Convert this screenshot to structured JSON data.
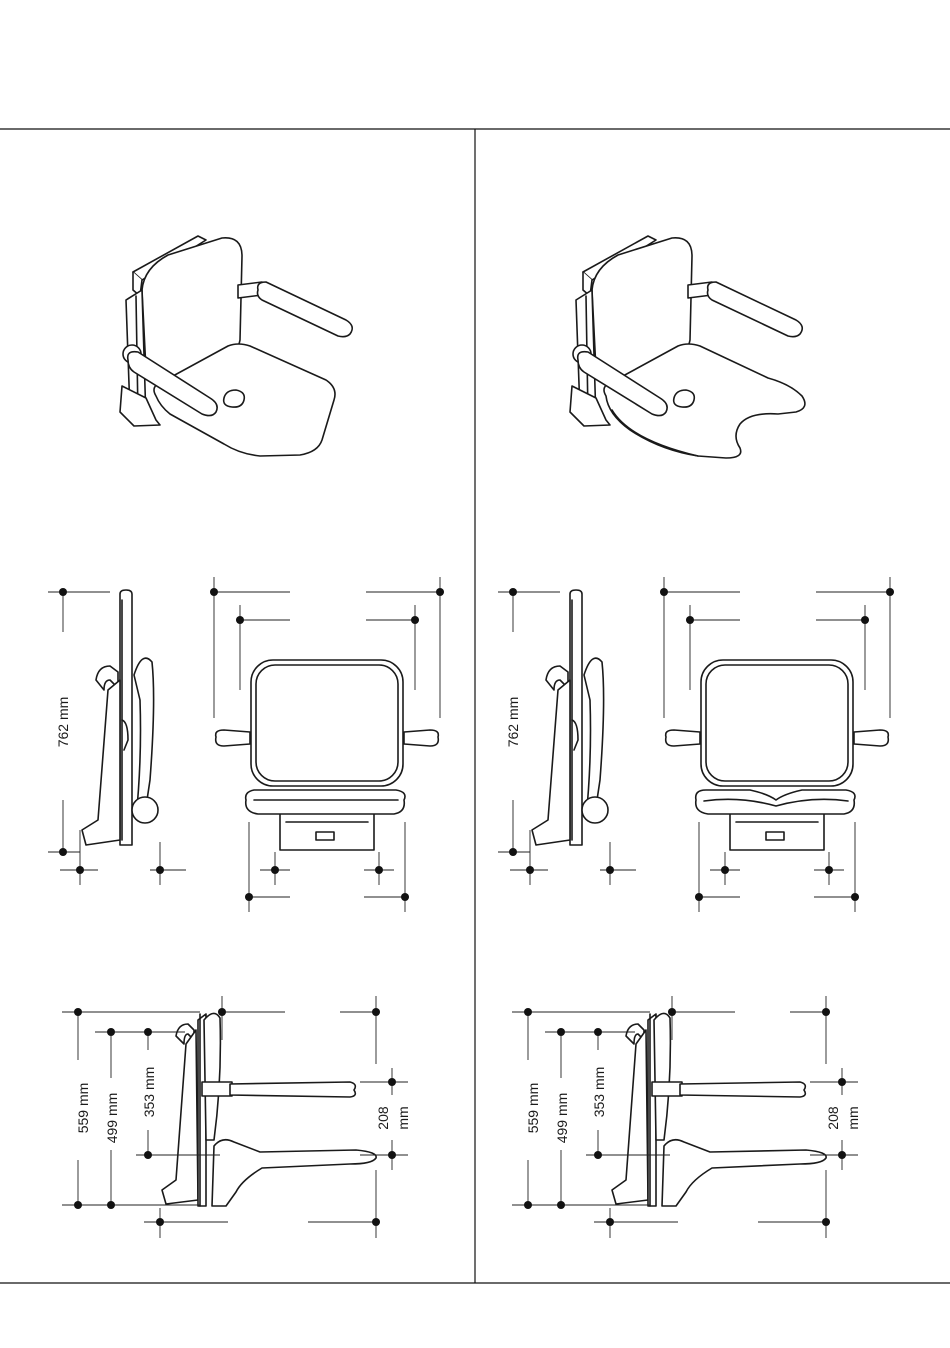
{
  "panels": [
    {
      "id": "left",
      "variant": "standard-seat",
      "dimensions": {
        "height": "762 mm",
        "total_depth": "559 mm",
        "armrest_depth": "499 mm",
        "seat_to_arm": "353 mm",
        "arm_height_line1": "208",
        "arm_height_line2": "mm"
      }
    },
    {
      "id": "right",
      "variant": "cutout-seat",
      "dimensions": {
        "height": "762 mm",
        "total_depth": "559 mm",
        "armrest_depth": "499 mm",
        "seat_to_arm": "353 mm",
        "arm_height_line1": "208",
        "arm_height_line2": "mm"
      }
    }
  ],
  "colors": {
    "ink": "#1a1a1a",
    "paper": "#ffffff"
  }
}
